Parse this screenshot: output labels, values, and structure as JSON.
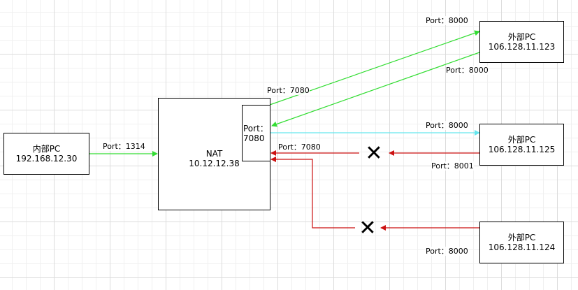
{
  "nodes": {
    "internal_pc": {
      "name": "内部PC",
      "ip": "192.168.12.30"
    },
    "nat": {
      "name": "NAT",
      "ip": "10.12.12.38"
    },
    "nat_port": {
      "line1": "Port：",
      "line2": "7080"
    },
    "external_pc_1": {
      "name": "外部PC",
      "ip": "106.128.11.123"
    },
    "external_pc_2": {
      "name": "外部PC",
      "ip": "106.128.11.125"
    },
    "external_pc_3": {
      "name": "外部PC",
      "ip": "106.128.11.124"
    }
  },
  "labels": {
    "internal_port": "Port：1314",
    "nat_out_port": "Port：7080",
    "ext1_port_in": "Port：8000",
    "ext1_port_out": "Port：8000",
    "ext2_port_in": "Port：8000",
    "nat_reply_port": "Port：7080",
    "ext2_port_src": "Port：8001",
    "ext3_port_src": "Port：8000"
  },
  "blocked_symbol": "✕",
  "colors": {
    "allowed": "#33dd33",
    "forward": "#66e6ee",
    "blocked": "#cc1111",
    "border": "#000000"
  }
}
